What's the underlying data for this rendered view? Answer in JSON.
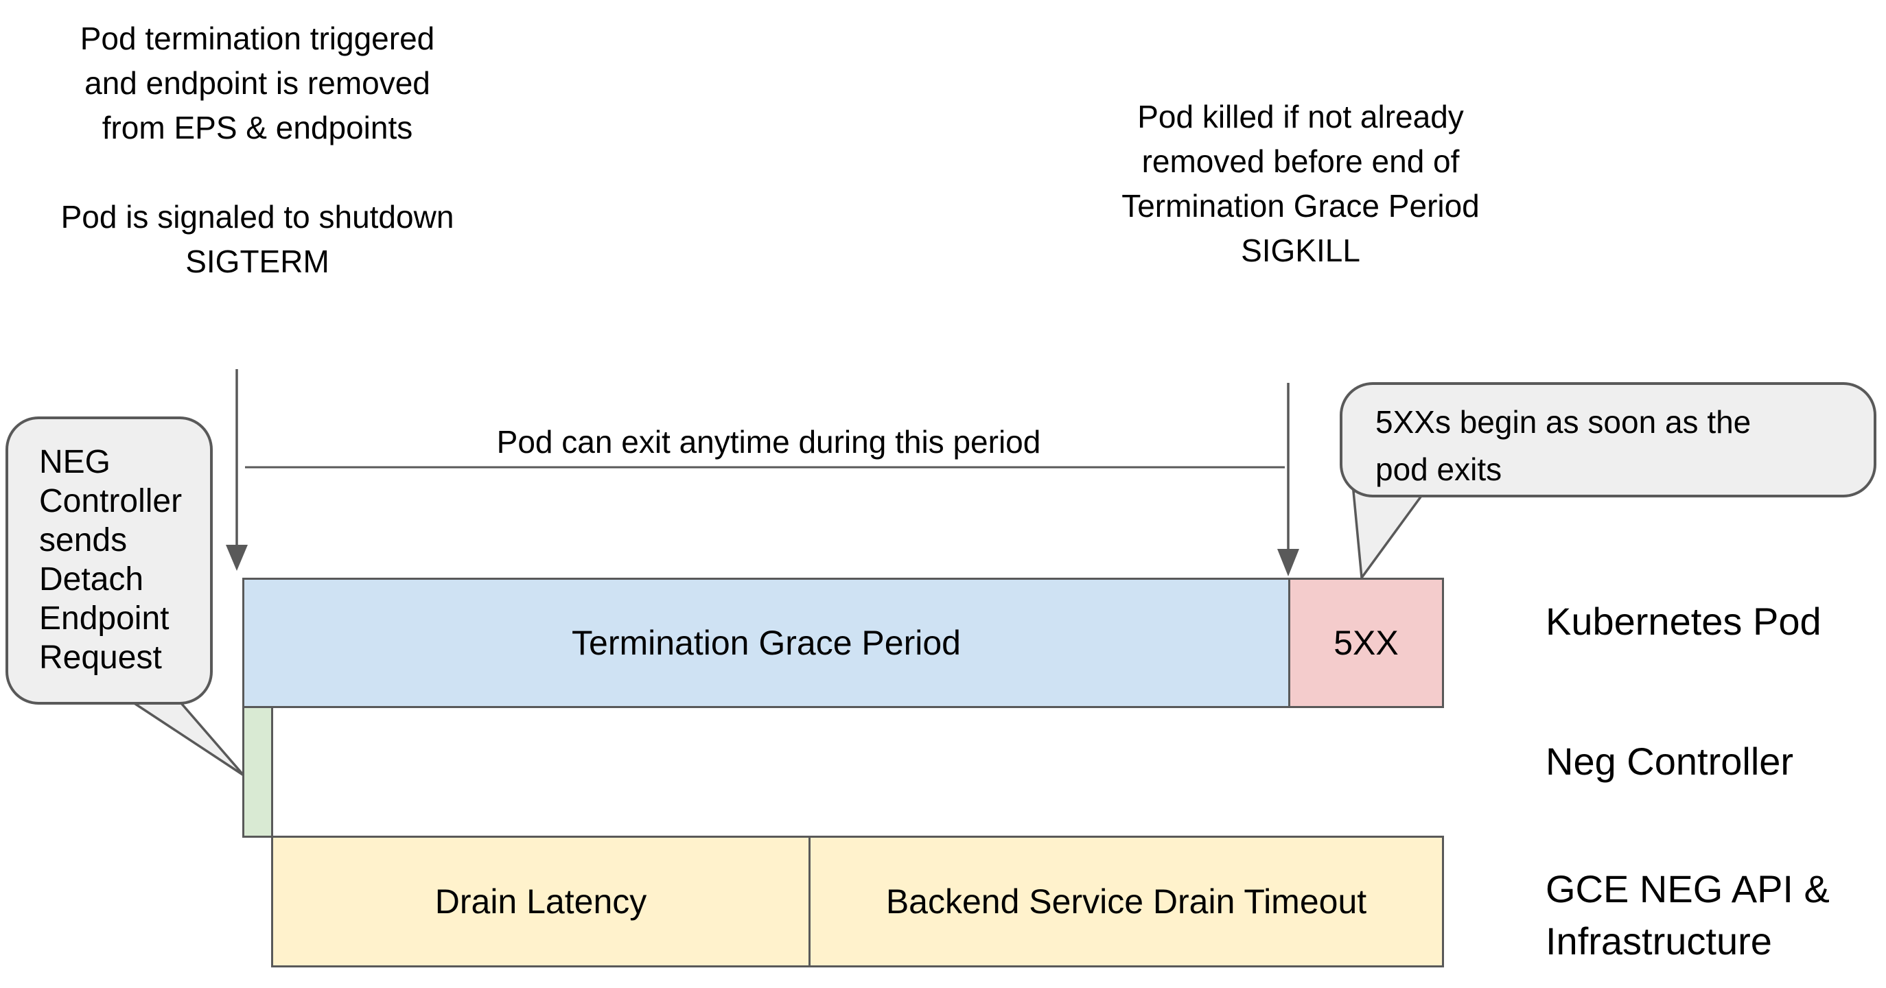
{
  "notes": {
    "top_left": "Pod termination triggered\nand endpoint is removed\nfrom EPS & endpoints\n\nPod is signaled to shutdown\nSIGTERM",
    "top_right": "Pod killed if not already\nremoved before end of\nTermination Grace Period\nSIGKILL",
    "period": "Pod can exit anytime during this period"
  },
  "bubbles": {
    "left": "NEG\nController\nsends\nDetach\nEndpoint\nRequest",
    "right": "5XXs begin as soon as the\npod exits"
  },
  "bars": {
    "termination": {
      "label": "Termination Grace Period",
      "fill": "#cfe2f3"
    },
    "errors_5xx": {
      "label": "5XX",
      "fill": "#f4cccc"
    },
    "detach_endpoint": {
      "label": "",
      "fill": "#d9ead3"
    },
    "drain_latency": {
      "label": "Drain Latency",
      "fill": "#fff2cc"
    },
    "backend_drain_timeout": {
      "label": "Backend Service Drain Timeout",
      "fill": "#fff2cc"
    }
  },
  "rows": {
    "kubernetes_pod": "Kubernetes Pod",
    "neg_controller": "Neg Controller",
    "gce_neg_api": "GCE NEG API &\nInfrastructure"
  },
  "colors": {
    "stroke": "#595959",
    "bubble_fill": "#efefef",
    "text": "#000000",
    "background": "#ffffff"
  }
}
